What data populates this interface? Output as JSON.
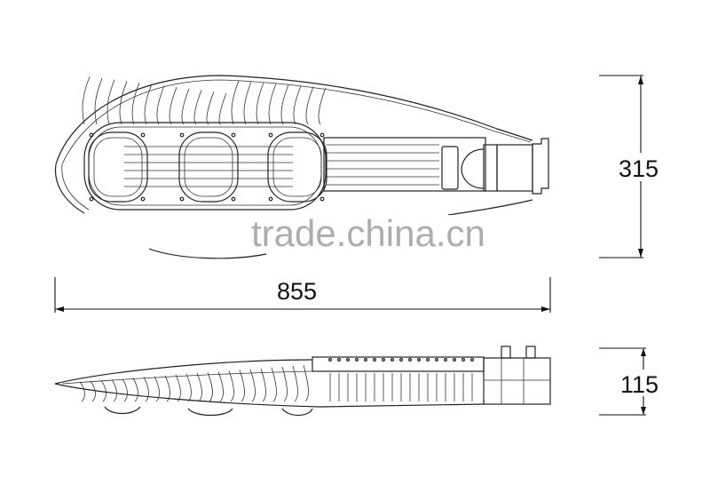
{
  "drawing": {
    "top_view": {
      "height_dimension": "315",
      "length_dimension": "855"
    },
    "side_view": {
      "height_dimension": "115"
    },
    "watermark": "trade.china.cn",
    "line_color": "#222222"
  }
}
